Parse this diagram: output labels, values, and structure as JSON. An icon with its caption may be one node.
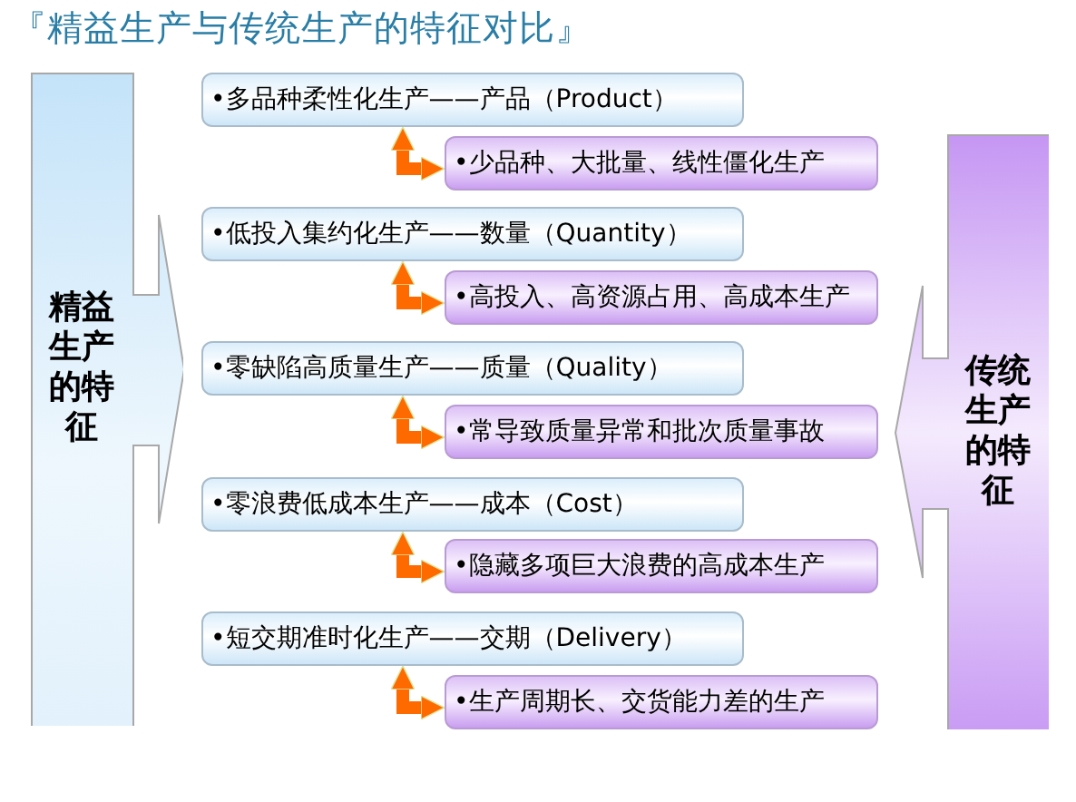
{
  "diagram": {
    "title": "『精益生产与传统生产的特征对比』",
    "nodes": [
      {
        "text": [
          "精益生产的特征"
        ]
      },
      {
        "text": [
          "•多品种柔性化生产——产品（Product）"
        ]
      },
      {
        "text": [
          "•少品种、大批量、线性僵化生产"
        ]
      },
      {
        "text": [
          "•低投入集约化生产——数量（Quantity）"
        ]
      },
      {
        "text": [
          "•高投入、高资源占用、高成本生产"
        ]
      },
      {
        "text": [
          "•零缺陷高质量生产——质量（Quality）"
        ]
      },
      {
        "text": [
          "•常导致质量异常和批次质量事故"
        ]
      },
      {
        "text": [
          "•零浪费低成本生产——成本（Cost）"
        ]
      },
      {
        "text": [
          "•隐藏多项巨大浪费的高成本生产"
        ]
      },
      {
        "text": [
          "•短交期准时化生产——交期（Delivery）"
        ]
      },
      {
        "text": [
          "•生产周期长、交货能力差的生产"
        ]
      },
      {
        "text": [
          "传统生产的特征"
        ]
      }
    ],
    "edges": [
      {
        "from": 1,
        "to": 2,
        "arrow": "both"
      },
      {
        "from": 3,
        "to": 4,
        "arrow": "both"
      },
      {
        "from": 5,
        "to": 6,
        "arrow": "both"
      },
      {
        "from": 7,
        "to": 8,
        "arrow": "both"
      },
      {
        "from": 9,
        "to": 10,
        "arrow": "both"
      }
    ]
  }
}
